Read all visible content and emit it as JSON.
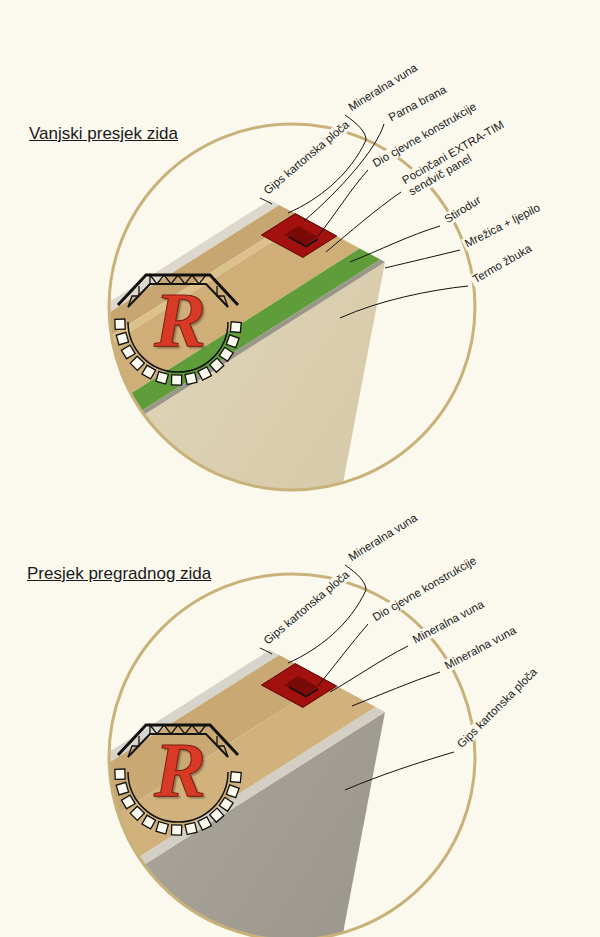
{
  "diagram": {
    "labels": [
      "Vanjski presjek zida",
      "Gips kartonska ploča",
      "Mineralna vuna",
      "Parna brana",
      "Dio cjevne konstrukcije",
      "Pocinčani EXTRA-TIM sendvič panel",
      "Stirodur",
      "Mrežica + ljepilo",
      "Termo žbuka",
      "R",
      "Presjek pregradnog zida",
      "Gips kartonska ploča",
      "Mineralna vuna",
      "Dio cjevne konstrukcije",
      "Mineralna vuna",
      "Mineralna vuna",
      "Gips kartonska ploča",
      "R"
    ]
  }
}
